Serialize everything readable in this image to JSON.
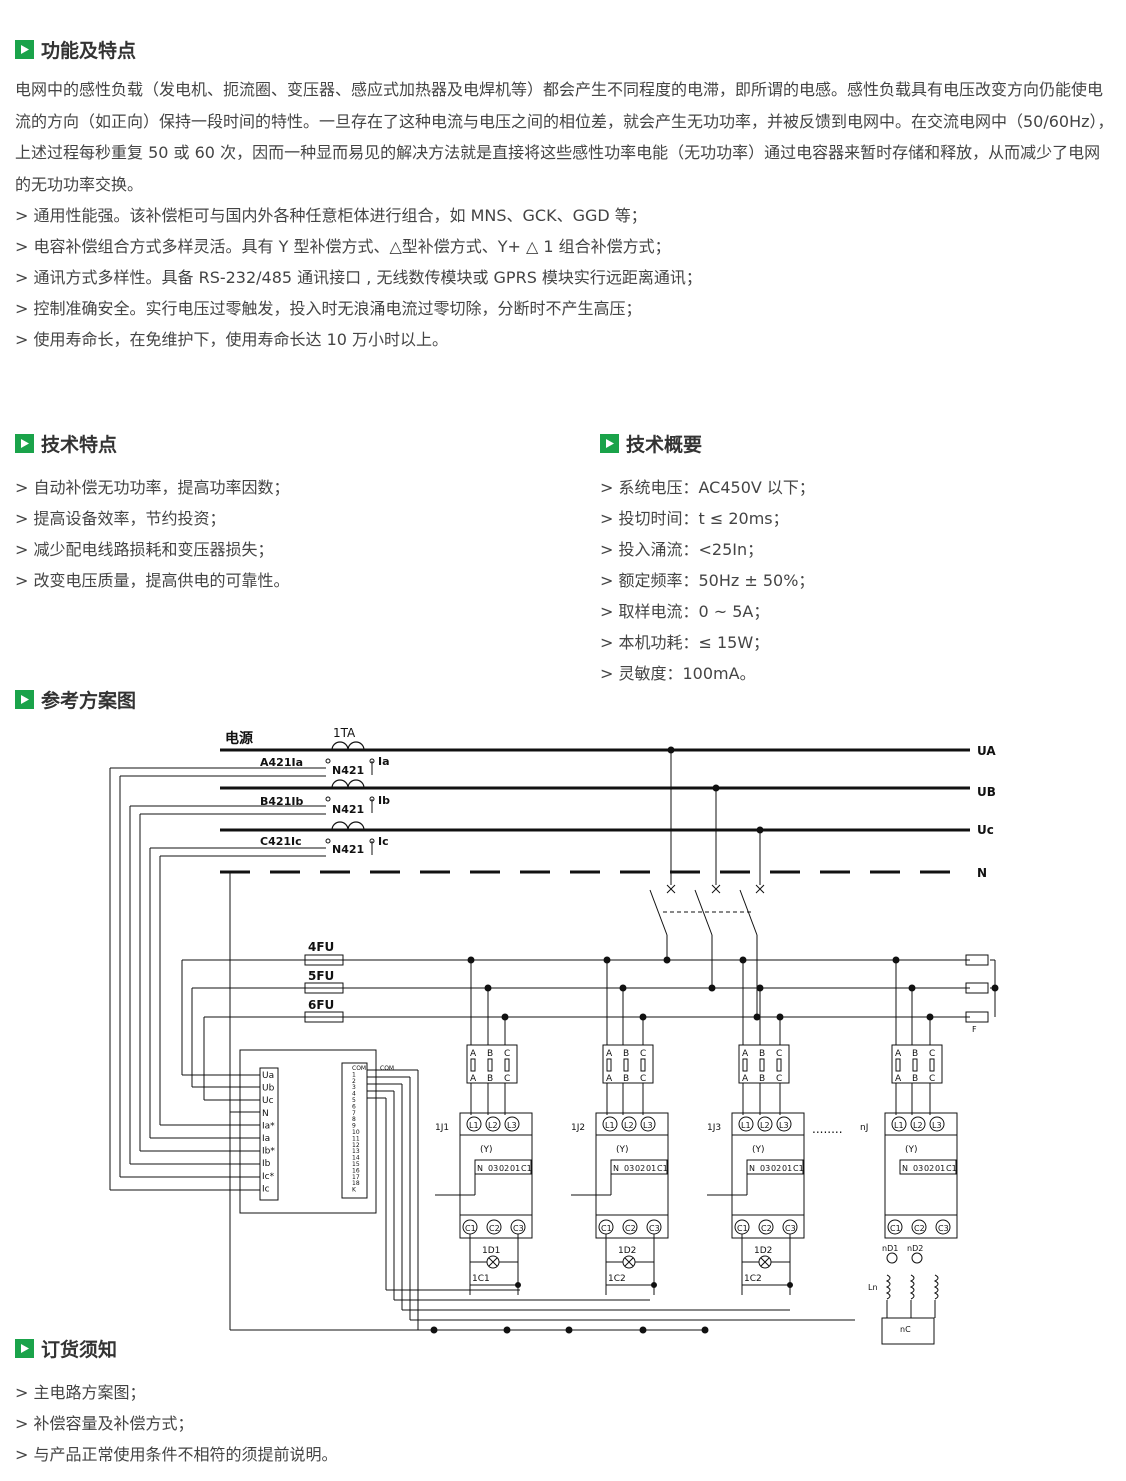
{
  "section1": {
    "title": "功能及特点",
    "paragraph": "电网中的感性负载（发电机、扼流圈、变压器、感应式加热器及电焊机等）都会产生不同程度的电滞，即所谓的电感。感性负载具有电压改变方向仍能使电流的方向（如正向）保持一段时间的特性。一旦存在了这种电流与电压之间的相位差，就会产生无功功率，并被反馈到电网中。在交流电网中（50/60Hz），上述过程每秒重复 50 或 60 次，因而一种显而易见的解决方法就是直接将这些感性功率电能（无功功率）通过电容器来暂时存储和释放，从而减少了电网的无功功率交换。",
    "items": [
      "> 通用性能强。该补偿柜可与国内外各种任意柜体进行组合，如 MNS、GCK、GGD 等；",
      "> 电容补偿组合方式多样灵活。具有 Y 型补偿方式、△型补偿方式、Y+ △ 1 组合补偿方式；",
      "> 通讯方式多样性。具备 RS-232/485 通讯接口 , 无线数传模块或 GPRS 模块实行远距离通讯；",
      "> 控制准确安全。实行电压过零触发，投入时无浪涌电流过零切除，分断时不产生高压；",
      "> 使用寿命长，在免维护下，使用寿命长达 10 万小时以上。"
    ]
  },
  "section2": {
    "title": "技术特点",
    "items": [
      "> 自动补偿无功功率，提高功率因数；",
      "> 提高设备效率，节约投资；",
      "> 减少配电线路损耗和变压器损失；",
      "> 改变电压质量，提高供电的可靠性。"
    ]
  },
  "section3": {
    "title": "技术概要",
    "items": [
      "> 系统电压：AC450V 以下；",
      "> 投切时间：t ≤ 20ms；",
      "> 投入涌流：<25In；",
      "> 额定频率：50Hz ± 50%；",
      "> 取样电流：0 ~ 5A；",
      "> 本机功耗：≤ 15W；",
      "> 灵敏度：100mA。"
    ]
  },
  "section4": {
    "title": "参考方案图",
    "diagram": {
      "source_label": "电源",
      "ct_label": "1TA",
      "bus_labels": [
        "UA",
        "UB",
        "Uc",
        "N"
      ],
      "phase_labels": [
        "A421Ia",
        "B421Ib",
        "C421Ic"
      ],
      "neutral_label": "N421",
      "ct_out_labels": [
        "Ia",
        "Ib",
        "Ic"
      ],
      "fuse_labels": [
        "4FU",
        "5FU",
        "6FU"
      ],
      "controller_inputs": [
        "Ua",
        "Ub",
        "Uc",
        "N",
        "Ia*",
        "Ia",
        "Ib*",
        "Ib",
        "Ic*",
        "Ic"
      ],
      "controller_outputs": [
        "COM",
        "1",
        "2",
        "3",
        "4",
        "5",
        "6",
        "7",
        "8",
        "9",
        "10",
        "11",
        "12",
        "13",
        "14",
        "15",
        "16",
        "17",
        "18",
        "K"
      ],
      "fuse_block_labels": [
        "A",
        "B",
        "C"
      ],
      "switch_units": [
        {
          "name": "1J1",
          "lamp": "1D1",
          "cap": "1C1"
        },
        {
          "name": "1J2",
          "lamp": "1D2",
          "cap": "1C2"
        },
        {
          "name": "1J3",
          "lamp": "1D2",
          "cap": "1C2"
        },
        {
          "name": "nJ",
          "lamp": "nD1",
          "cap": "nC"
        }
      ],
      "unit_terminals_top": [
        "L1",
        "L2",
        "L3"
      ],
      "unit_mode": "(Y)",
      "unit_terminals_mid": [
        "N",
        "03",
        "02",
        "01",
        "C1"
      ],
      "unit_terminals_bottom": [
        "C1",
        "C2",
        "C3"
      ],
      "extra_lamp": "nD2",
      "inductor_label": "Ln",
      "dots": "........",
      "pe_label": "F"
    }
  },
  "section5": {
    "title": "订货须知",
    "items": [
      "> 主电路方案图；",
      "> 补偿容量及补偿方式；",
      "> 与产品正常使用条件不相符的须提前说明。"
    ]
  }
}
